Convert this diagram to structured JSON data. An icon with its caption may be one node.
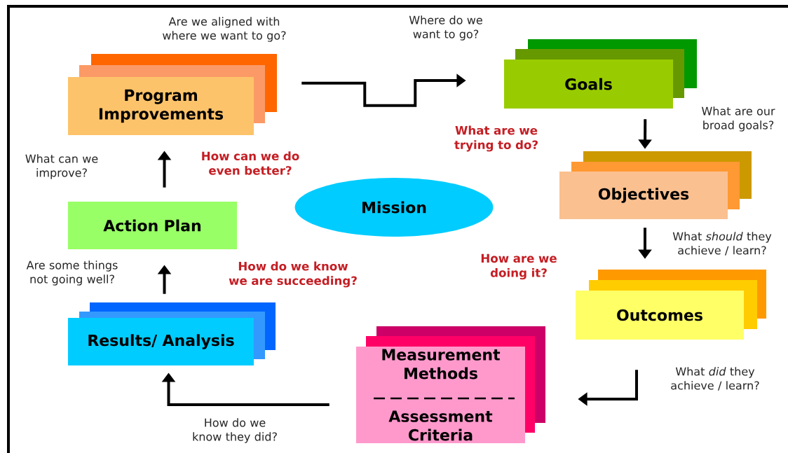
{
  "diagram": {
    "nodes": [
      {
        "text": [
          "Program Improvements"
        ]
      },
      {
        "text": [
          "Goals"
        ]
      },
      {
        "text": [
          "Objectives"
        ]
      },
      {
        "text": [
          "Outcomes"
        ]
      },
      {
        "text": [
          "Measurement Methods",
          "Assessment Criteria"
        ]
      },
      {
        "text": [
          "Results/ Analysis"
        ]
      },
      {
        "text": [
          "Action Plan"
        ]
      },
      {
        "text": [
          "Mission"
        ]
      }
    ],
    "edges": [
      {
        "from": 0,
        "to": 1,
        "arrow": "to"
      },
      {
        "from": 1,
        "to": 2,
        "arrow": "to"
      },
      {
        "from": 2,
        "to": 3,
        "arrow": "to"
      },
      {
        "from": 3,
        "to": 4,
        "arrow": "to"
      },
      {
        "from": 4,
        "to": 5,
        "arrow": "to"
      },
      {
        "from": 5,
        "to": 6,
        "arrow": "to"
      },
      {
        "from": 6,
        "to": 0,
        "arrow": "to"
      }
    ],
    "labels": [
      "Are we aligned with where we want to go?",
      "Where do we want to go?",
      "What are we trying to do?",
      "What are our broad goals?",
      "What can we improve?",
      "How can we do even better?",
      "What *should* they achieve / learn?",
      "Are some things not going well?",
      "How do we know we are succeeding?",
      "How are we doing it?",
      "What *did* they achieve / learn?",
      "How do we know they did?"
    ]
  }
}
